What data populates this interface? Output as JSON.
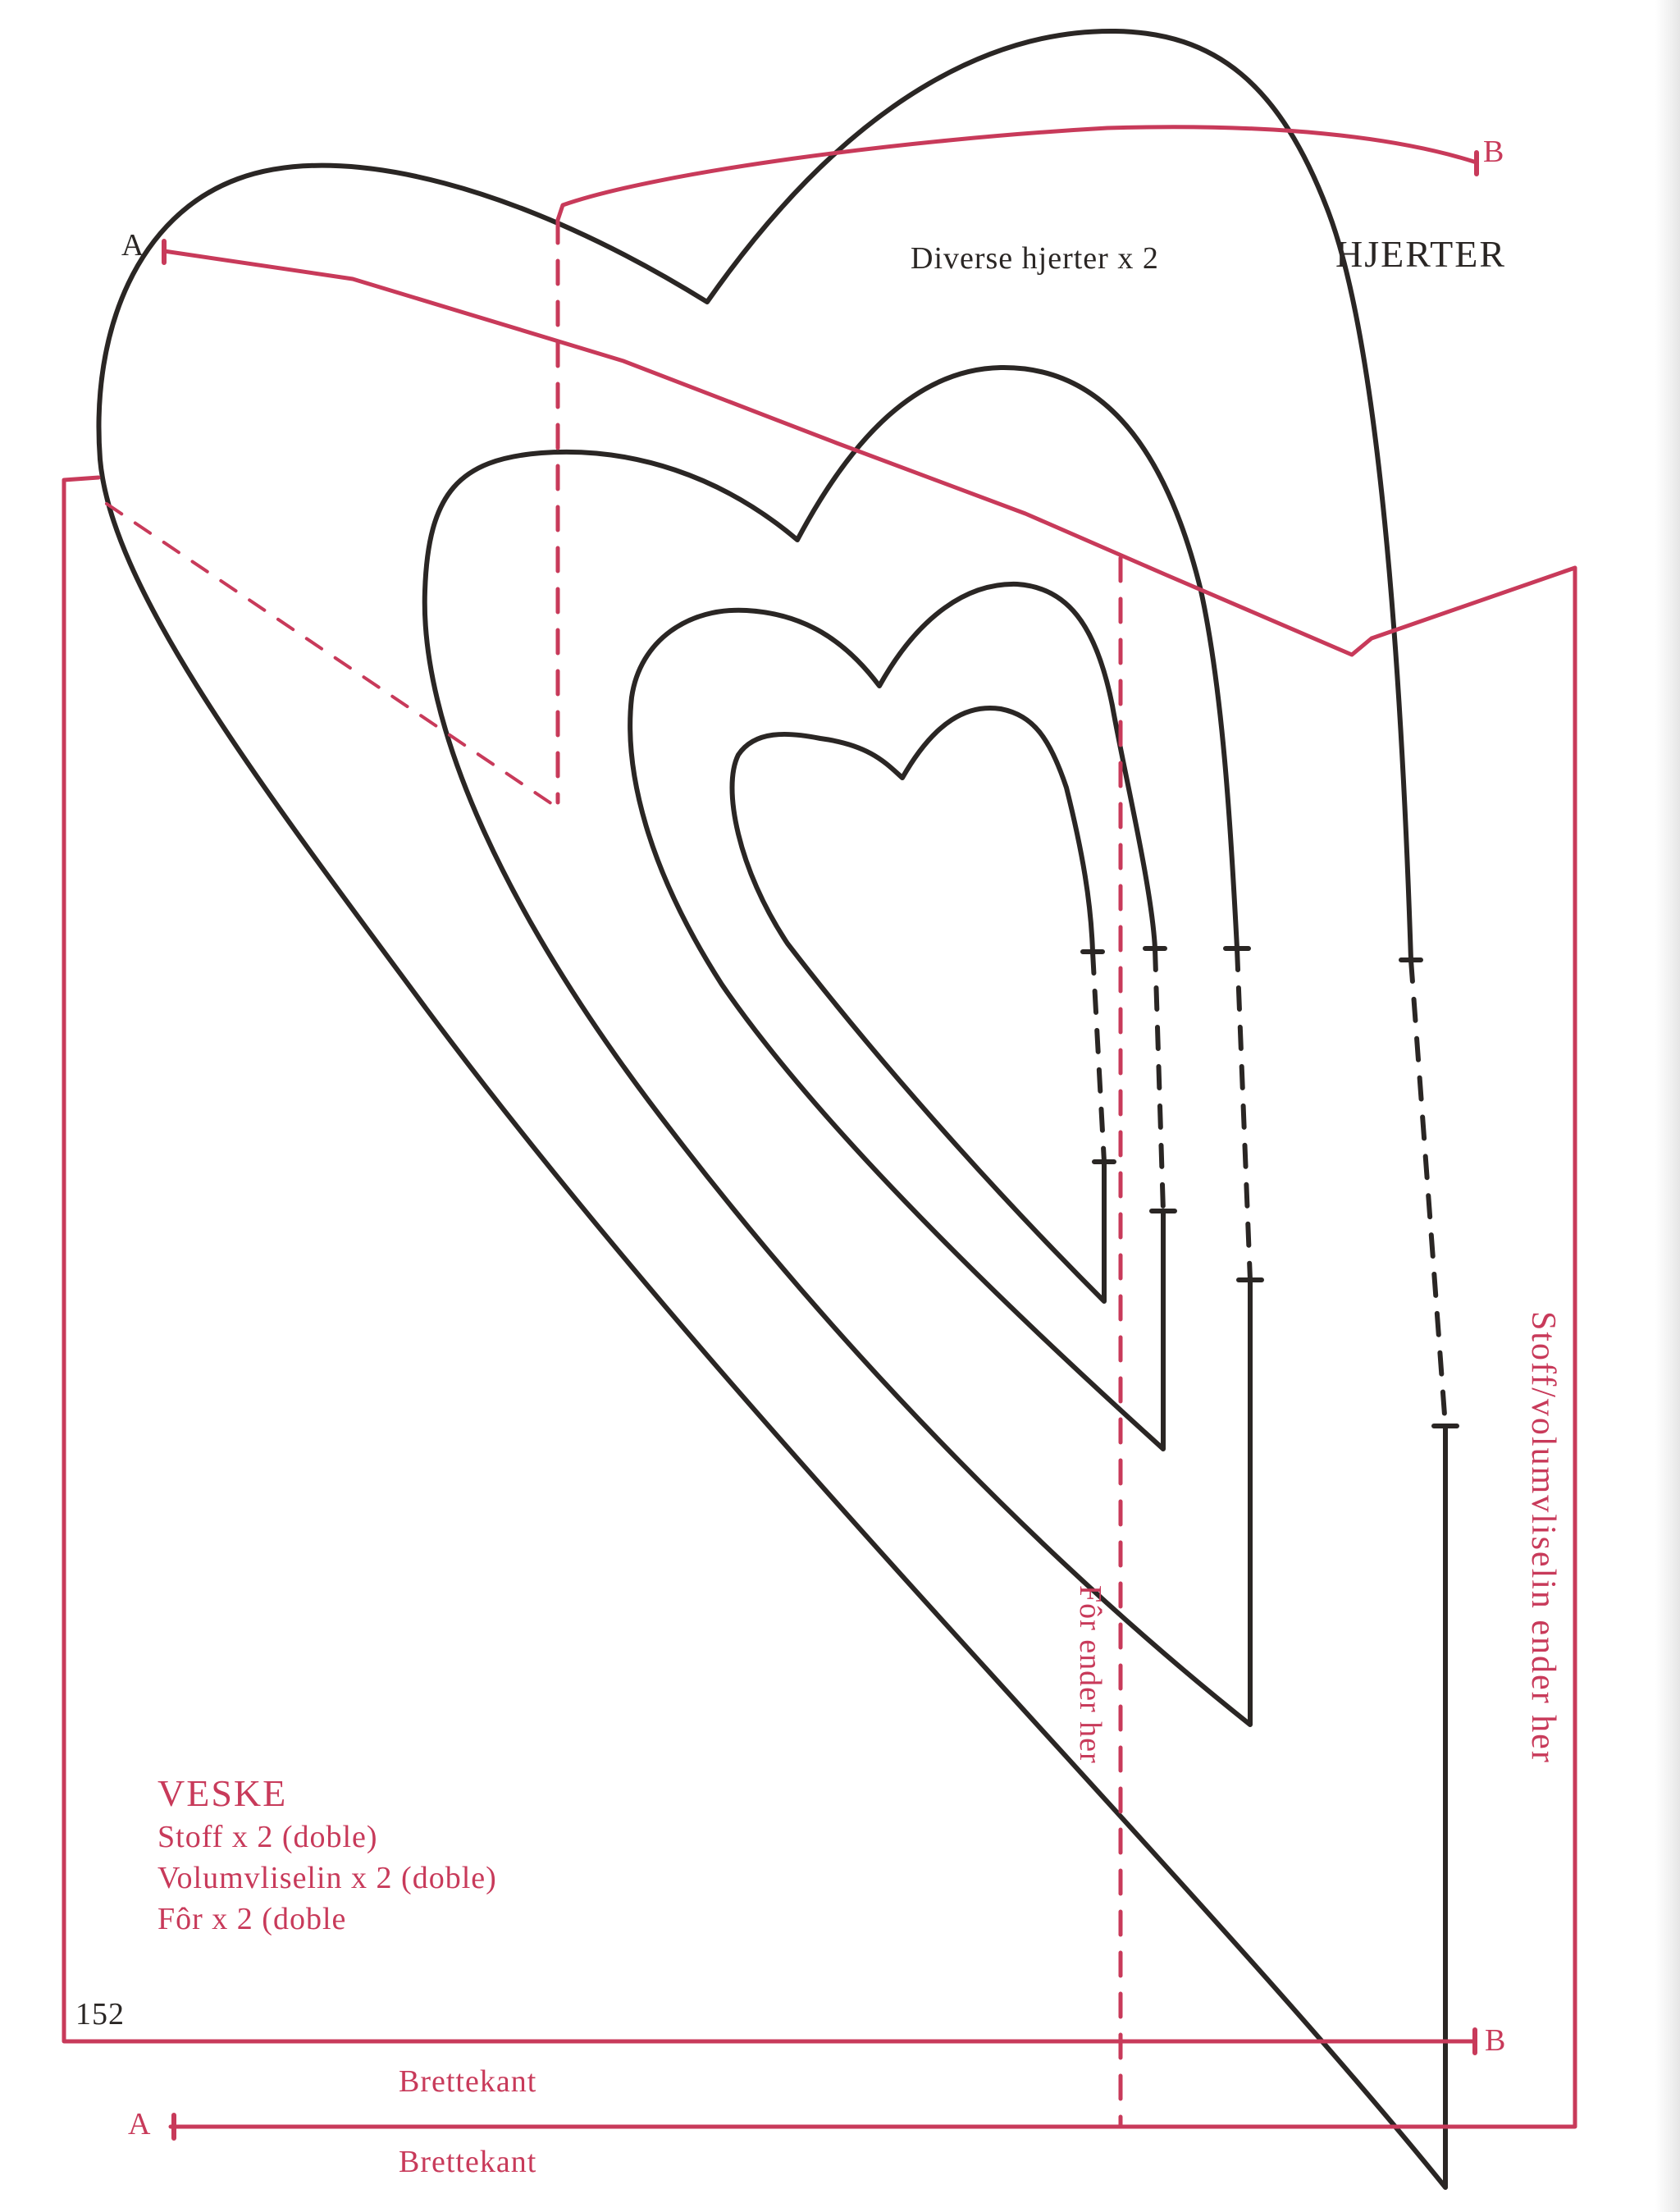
{
  "heading": "HJERTER",
  "subtitle": "Diverse hjerter x 2",
  "markers": {
    "a_top": "A",
    "b_top": "B",
    "b_bottom": "B",
    "a_bottom": "A"
  },
  "veske": {
    "title": "VESKE",
    "lines": [
      "Stoff x 2 (doble)",
      "Volumvliselin x 2 (doble)",
      "Fôr x 2 (doble"
    ]
  },
  "labels": {
    "fold_upper": "Brettekant",
    "fold_lower": "Brettekant",
    "lining_ends": "Fôr ender her",
    "fabric_ends": "Stoff/volumvliselin ender her"
  },
  "page_number": "152",
  "colors": {
    "outline": "#2a2624",
    "pattern_red": "#c83a5a",
    "paper": "#ffffff"
  }
}
